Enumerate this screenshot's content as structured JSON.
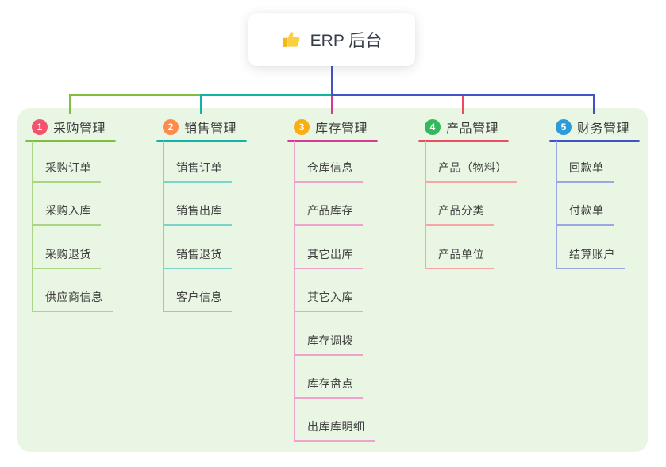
{
  "root": {
    "label": "ERP 后台",
    "icon": "thumbs-up-icon"
  },
  "branches": [
    {
      "number": "1",
      "label": "采购管理",
      "badge_color": "#f4536e",
      "line_color": "#7fbe41",
      "child_line_color": "#a9d584",
      "children": [
        "采购订单",
        "采购入库",
        "采购退货",
        "供应商信息"
      ]
    },
    {
      "number": "2",
      "label": "销售管理",
      "badge_color": "#fb8c4e",
      "line_color": "#12b2a4",
      "child_line_color": "#7fd4c9",
      "children": [
        "销售订单",
        "销售出库",
        "销售退货",
        "客户信息"
      ]
    },
    {
      "number": "3",
      "label": "库存管理",
      "badge_color": "#f9ae13",
      "line_color": "#d43a94",
      "child_line_color": "#f0a2cd",
      "children": [
        "仓库信息",
        "产品库存",
        "其它出库",
        "其它入库",
        "库存调拨",
        "库存盘点",
        "出库库明细"
      ]
    },
    {
      "number": "4",
      "label": "产品管理",
      "badge_color": "#33b85b",
      "line_color": "#ee4a62",
      "child_line_color": "#f8a5a4",
      "children": [
        "产品（物料）",
        "产品分类",
        "产品单位"
      ]
    },
    {
      "number": "5",
      "label": "财务管理",
      "badge_color": "#2c9bd6",
      "line_color": "#4053c5",
      "child_line_color": "#99a8e1",
      "children": [
        "回款单",
        "付款单",
        "结算账户"
      ]
    }
  ],
  "connector_colors": {
    "root_stem": "#4254c5",
    "bus_left": "#7fbe41",
    "bus_middle": "#12b2a4",
    "bus_right": "#4254c5"
  },
  "panel_color": "#e9f6e4"
}
